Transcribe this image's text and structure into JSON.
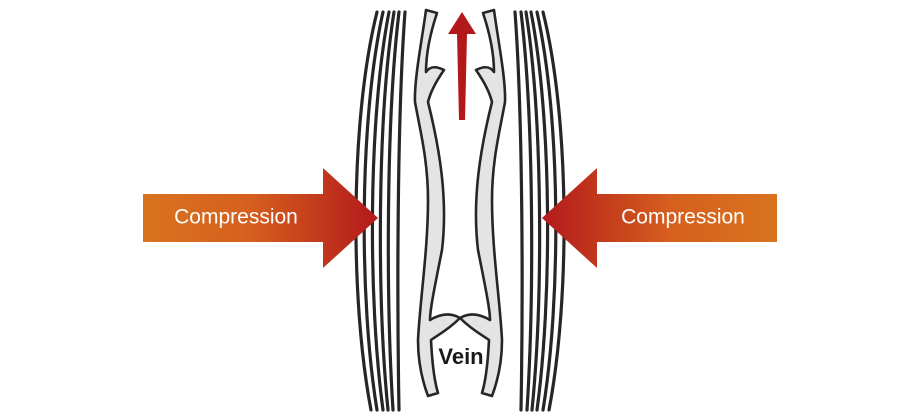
{
  "arrows": {
    "left_label": "Compression",
    "right_label": "Compression"
  },
  "vein": {
    "label": "Vein"
  },
  "colors": {
    "arrow_outer": "#d9731e",
    "arrow_inner": "#b3191b",
    "vertical_arrow": "#b3191b",
    "muscle_fiber": "#262626",
    "vein_wall": "#e4e4e4",
    "background": "#ffffff"
  }
}
